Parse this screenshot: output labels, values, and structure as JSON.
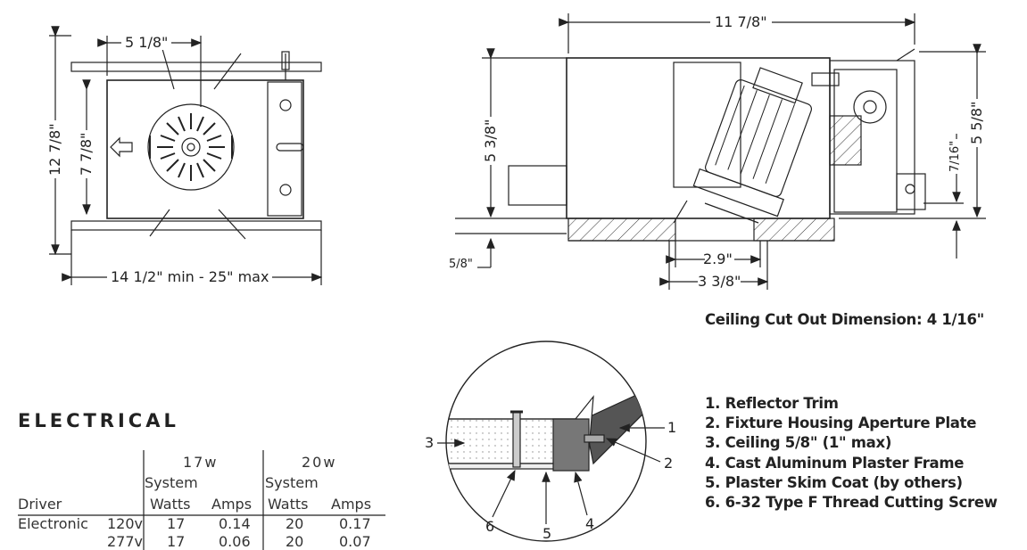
{
  "plan_view": {
    "dims": {
      "top_width": "5 1/8\"",
      "overall_height": "12 7/8\"",
      "box_height": "7 7/8\"",
      "bar_span": "14 1/2\" min - 25\" max"
    }
  },
  "side_view": {
    "dims": {
      "overall_width": "11 7/8\"",
      "housing_height": "5 3/8\"",
      "total_height": "5 5/8\"",
      "offset": "7/16\"",
      "frame_thickness": "5/8\"",
      "inner_aperture": "2.9\"",
      "outer_aperture": "3 3/8\""
    },
    "cutout_label": "Ceiling Cut Out Dimension: 4 1/16\""
  },
  "detail": {
    "callouts": [
      "1",
      "2",
      "3",
      "4",
      "5",
      "6"
    ],
    "legend": [
      "1. Reflector Trim",
      "2. Fixture Housing Aperture Plate",
      "3. Ceiling 5/8\" (1\" max)",
      "4. Cast Aluminum Plaster Frame",
      "5. Plaster Skim Coat (by others)",
      "6. 6-32 Type F Thread Cutting Screw"
    ]
  },
  "electrical": {
    "heading": "ELECTRICAL",
    "groups": [
      "17w",
      "20w"
    ],
    "sub_top": [
      "System",
      "System"
    ],
    "columns": [
      "Driver",
      "Watts",
      "Amps",
      "Watts",
      "Amps"
    ],
    "rows": [
      {
        "driver": "Electronic",
        "voltage": "120v",
        "w17": "17",
        "a17": "0.14",
        "w20": "20",
        "a20": "0.17"
      },
      {
        "driver": "",
        "voltage": "277v",
        "w17": "17",
        "a17": "0.06",
        "w20": "20",
        "a20": "0.07"
      }
    ]
  }
}
